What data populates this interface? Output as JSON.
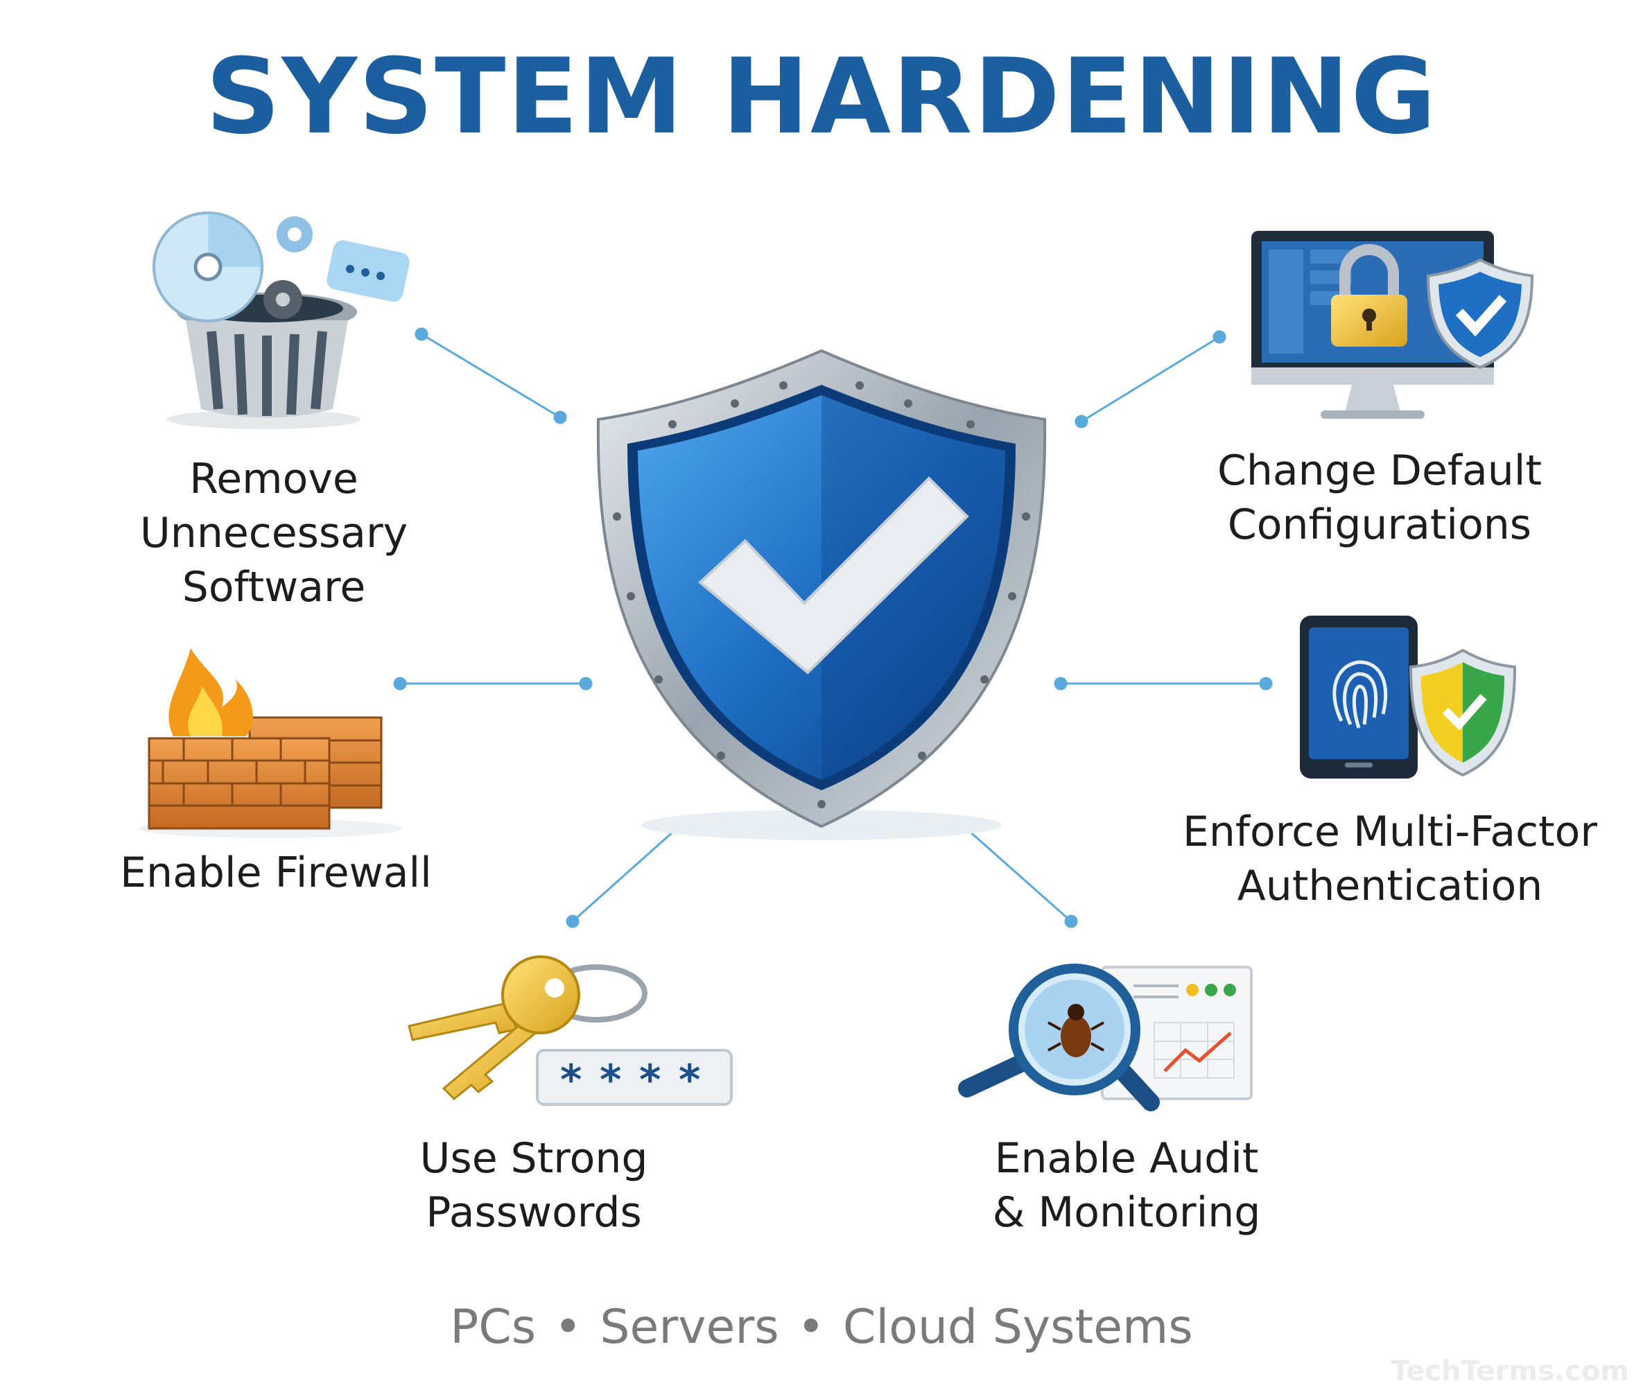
{
  "title": "SYSTEM HARDENING",
  "items": [
    {
      "lines": [
        "Remove",
        "Unnecessary",
        "Software"
      ],
      "icon": "trash-can-disc-gear-icon"
    },
    {
      "lines": [
        "Change Default",
        "Configurations"
      ],
      "icon": "monitor-lock-shield-icon"
    },
    {
      "lines": [
        "Enable Firewall"
      ],
      "icon": "firewall-icon"
    },
    {
      "lines": [
        "Enforce Multi-Factor",
        "Authentication"
      ],
      "icon": "phone-fingerprint-shield-icon"
    },
    {
      "lines": [
        "Use Strong",
        "Passwords"
      ],
      "icon": "keys-password-icon"
    },
    {
      "lines": [
        "Enable Audit",
        "& Monitoring"
      ],
      "icon": "magnifier-bug-chart-icon"
    }
  ],
  "center_icon": "shield-checkmark-icon",
  "footer": {
    "parts": [
      "PCs",
      "Servers",
      "Cloud Systems"
    ],
    "separator": "•"
  },
  "watermark": "TechTerms.com",
  "colors": {
    "title": "#1c5fa0",
    "connector": "#5aa9dc",
    "shield": "#1f6fc4",
    "footer": "#7a7a7a"
  }
}
